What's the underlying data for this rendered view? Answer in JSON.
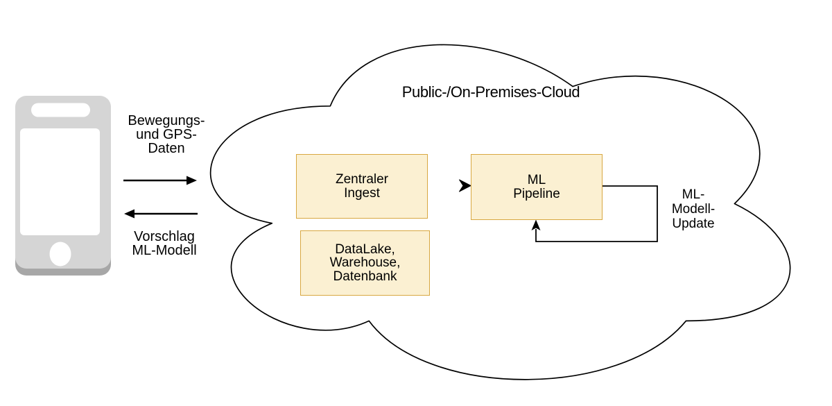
{
  "colors": {
    "background": "#FFFFFF",
    "node_fill": "#FBF0D2",
    "node_border": "#D8A740",
    "line": "#000000",
    "phone_body": "#D5D5D5",
    "phone_base": "#A7A7A7",
    "phone_detail": "#FFFFFF"
  },
  "cloud": {
    "title": "Public-/On-Premises-Cloud"
  },
  "nodes": {
    "ingest": {
      "label": "Zentraler\nIngest"
    },
    "pipeline": {
      "label": "ML\nPipeline"
    },
    "datalake": {
      "label": "DataLake,\nWarehouse,\nDatenbank"
    }
  },
  "edges": {
    "phone_to_cloud_label": "Bewegungs-\nund GPS-\nDaten",
    "cloud_to_phone_label": "Vorschlag\nML-Modell",
    "ml_update_label": "ML-\nModell-\nUpdate"
  }
}
